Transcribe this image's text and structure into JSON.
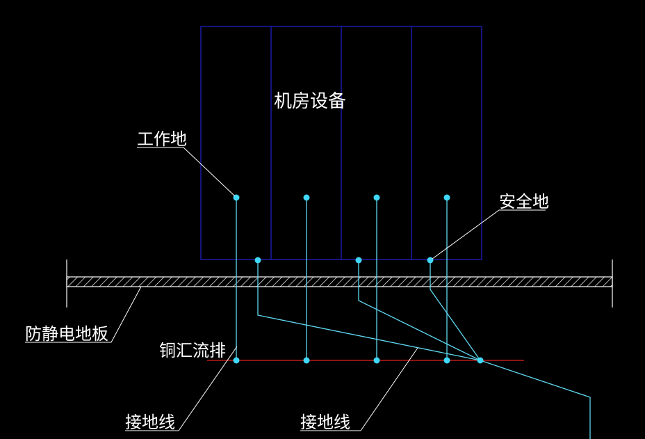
{
  "labels": {
    "equipment": "机房设备",
    "work_ground": "工作地",
    "safety_ground": "安全地",
    "antistatic_floor": "防静电地板",
    "copper_busbar": "铜汇流排",
    "ground_wire_left": "接地线",
    "ground_wire_right": "接地线"
  },
  "colors": {
    "background": "#000000",
    "cabinet": "#1a1aa8",
    "wire": "#5fd8f0",
    "node": "#40d8f8",
    "busbar": "#e02020",
    "floor": "#ffffff",
    "text": "#ffffff"
  }
}
